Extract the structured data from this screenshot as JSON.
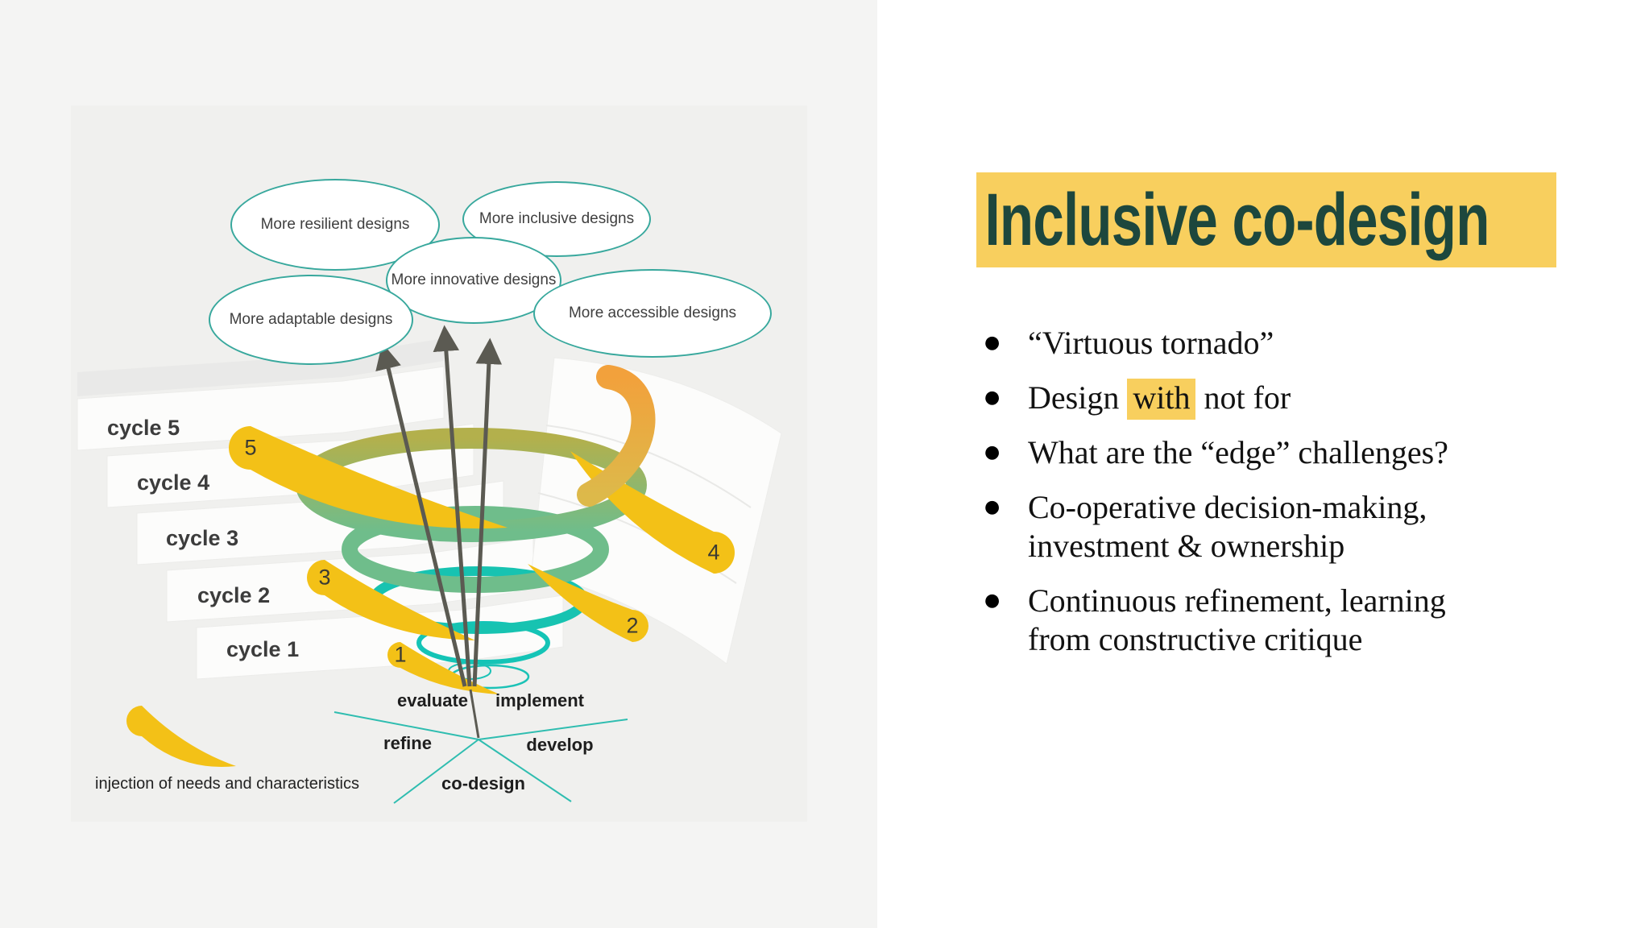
{
  "diagram": {
    "bubbles": [
      {
        "label": "More resilient designs"
      },
      {
        "label": "More inclusive designs"
      },
      {
        "label": "More innovative designs"
      },
      {
        "label": "More adaptable designs"
      },
      {
        "label": "More accessible designs"
      }
    ],
    "cycles": [
      {
        "label": "cycle 5"
      },
      {
        "label": "cycle 4"
      },
      {
        "label": "cycle 3"
      },
      {
        "label": "cycle 2"
      },
      {
        "label": "cycle 1"
      }
    ],
    "markers": [
      {
        "label": "5"
      },
      {
        "label": "4"
      },
      {
        "label": "3"
      },
      {
        "label": "2"
      },
      {
        "label": "1"
      }
    ],
    "stages": [
      {
        "label": "evaluate"
      },
      {
        "label": "implement"
      },
      {
        "label": "refine"
      },
      {
        "label": "develop"
      },
      {
        "label": "co-design"
      }
    ],
    "injection_label": "injection of needs and characteristics",
    "colors": {
      "panel_bg": "#f4f4f3",
      "inner_bg": "#f0f0ee",
      "spiral_teal": "#14c4b6",
      "spiral_green": "#6fbd8b",
      "spiral_olive": "#b3b04c",
      "swoosh_yellow": "#f3c117",
      "swoosh_orange": "#f2a13c",
      "bubble_border": "#38a89d",
      "arrow_gray": "#5b5a52",
      "stage_line_teal": "#2fbdb0"
    }
  },
  "right": {
    "title": "Inclusive co-design",
    "colors": {
      "highlight": "#f8cf5e",
      "title_text": "#1d473d"
    },
    "bullets": [
      {
        "line1": "“Virtuous tornado”"
      },
      {
        "pre": "Design ",
        "highlight": "with",
        "post": " not for"
      },
      {
        "line1": "What are the “edge” challenges?"
      },
      {
        "line1": "Co-operative decision-making,",
        "line2": "investment & ownership"
      },
      {
        "line1": "Continuous refinement, learning",
        "line2": "from constructive critique"
      }
    ]
  }
}
